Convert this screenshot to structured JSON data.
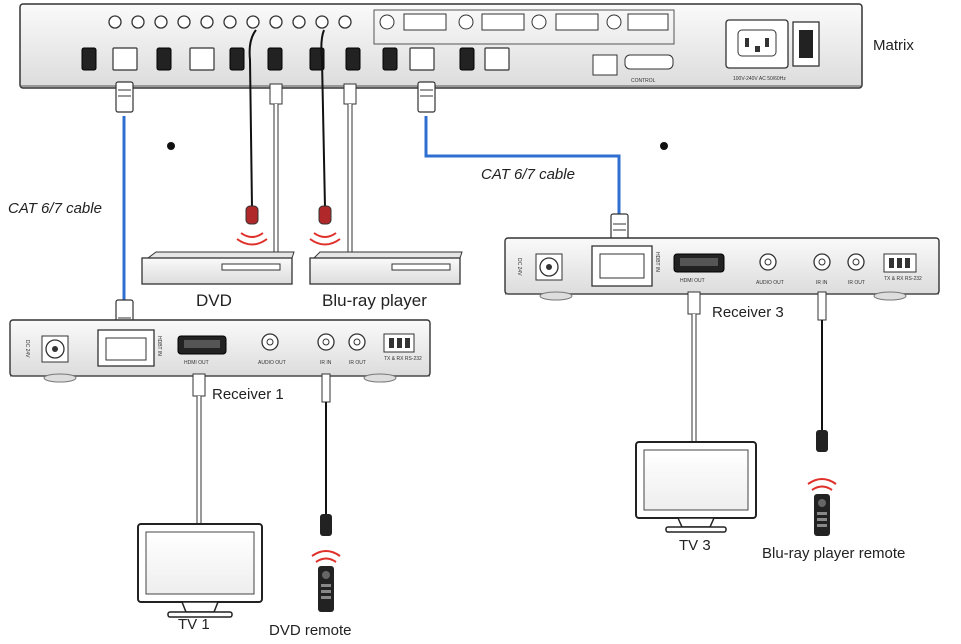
{
  "labels": {
    "matrix": "Matrix",
    "cable_left": "CAT 6/7 cable",
    "cable_right": "CAT 6/7 cable",
    "dvd": "DVD",
    "bluray": "Blu-ray player",
    "receiver1": "Receiver 1",
    "receiver3": "Receiver 3",
    "tv1": "TV 1",
    "tv3": "TV 3",
    "dvd_remote": "DVD remote",
    "bluray_remote": "Blu-ray player remote"
  },
  "device_text": {
    "dc_in": "DC 24V",
    "hdbt_in": "HDBT IN",
    "hdmi_out": "HDMI OUT",
    "audio_out": "AUDIO OUT",
    "ir_in": "IR IN",
    "ir_out": "IR OUT",
    "rs232": "TX & RX RS-232",
    "power": "100V-240V AC 50/60Hz",
    "control": "CONTROL"
  },
  "colors": {
    "cat_cable": "#2f6fd0",
    "device_body": "#f3f3f3",
    "outline": "#333333",
    "ir_signal": "#e0302a",
    "ir_emitter": "#b0282a"
  }
}
